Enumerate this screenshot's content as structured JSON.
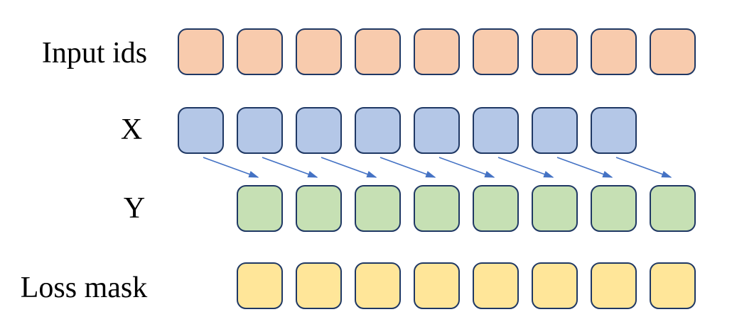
{
  "diagram": {
    "background": "#FFFFFF",
    "text_color": "#000000",
    "square_border_color": "#1F3864",
    "rows": [
      {
        "id": "input_ids",
        "label": "Input ids",
        "square_count": 9,
        "square_fill": "#F8CBAD",
        "column_offset": 0
      },
      {
        "id": "x",
        "label": "X",
        "square_count": 8,
        "square_fill": "#B4C7E7",
        "column_offset": 0
      },
      {
        "id": "y",
        "label": "Y",
        "square_count": 8,
        "square_fill": "#C6E0B4",
        "column_offset": 1
      },
      {
        "id": "loss_mask",
        "label": "Loss mask",
        "square_count": 8,
        "square_fill": "#FFE699",
        "column_offset": 1
      }
    ],
    "arrows": {
      "count": 8,
      "color": "#4472C4",
      "from_row": "x",
      "to_row": "y",
      "direction": "down-right"
    }
  }
}
